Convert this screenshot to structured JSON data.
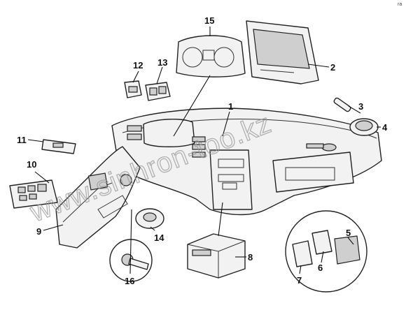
{
  "watermark": "www.sinhron-too.kz",
  "corner_mark": "ra",
  "callouts": [
    "1",
    "2",
    "3",
    "4",
    "5",
    "6",
    "7",
    "8",
    "9",
    "10",
    "11",
    "12",
    "13",
    "14",
    "15",
    "16"
  ]
}
